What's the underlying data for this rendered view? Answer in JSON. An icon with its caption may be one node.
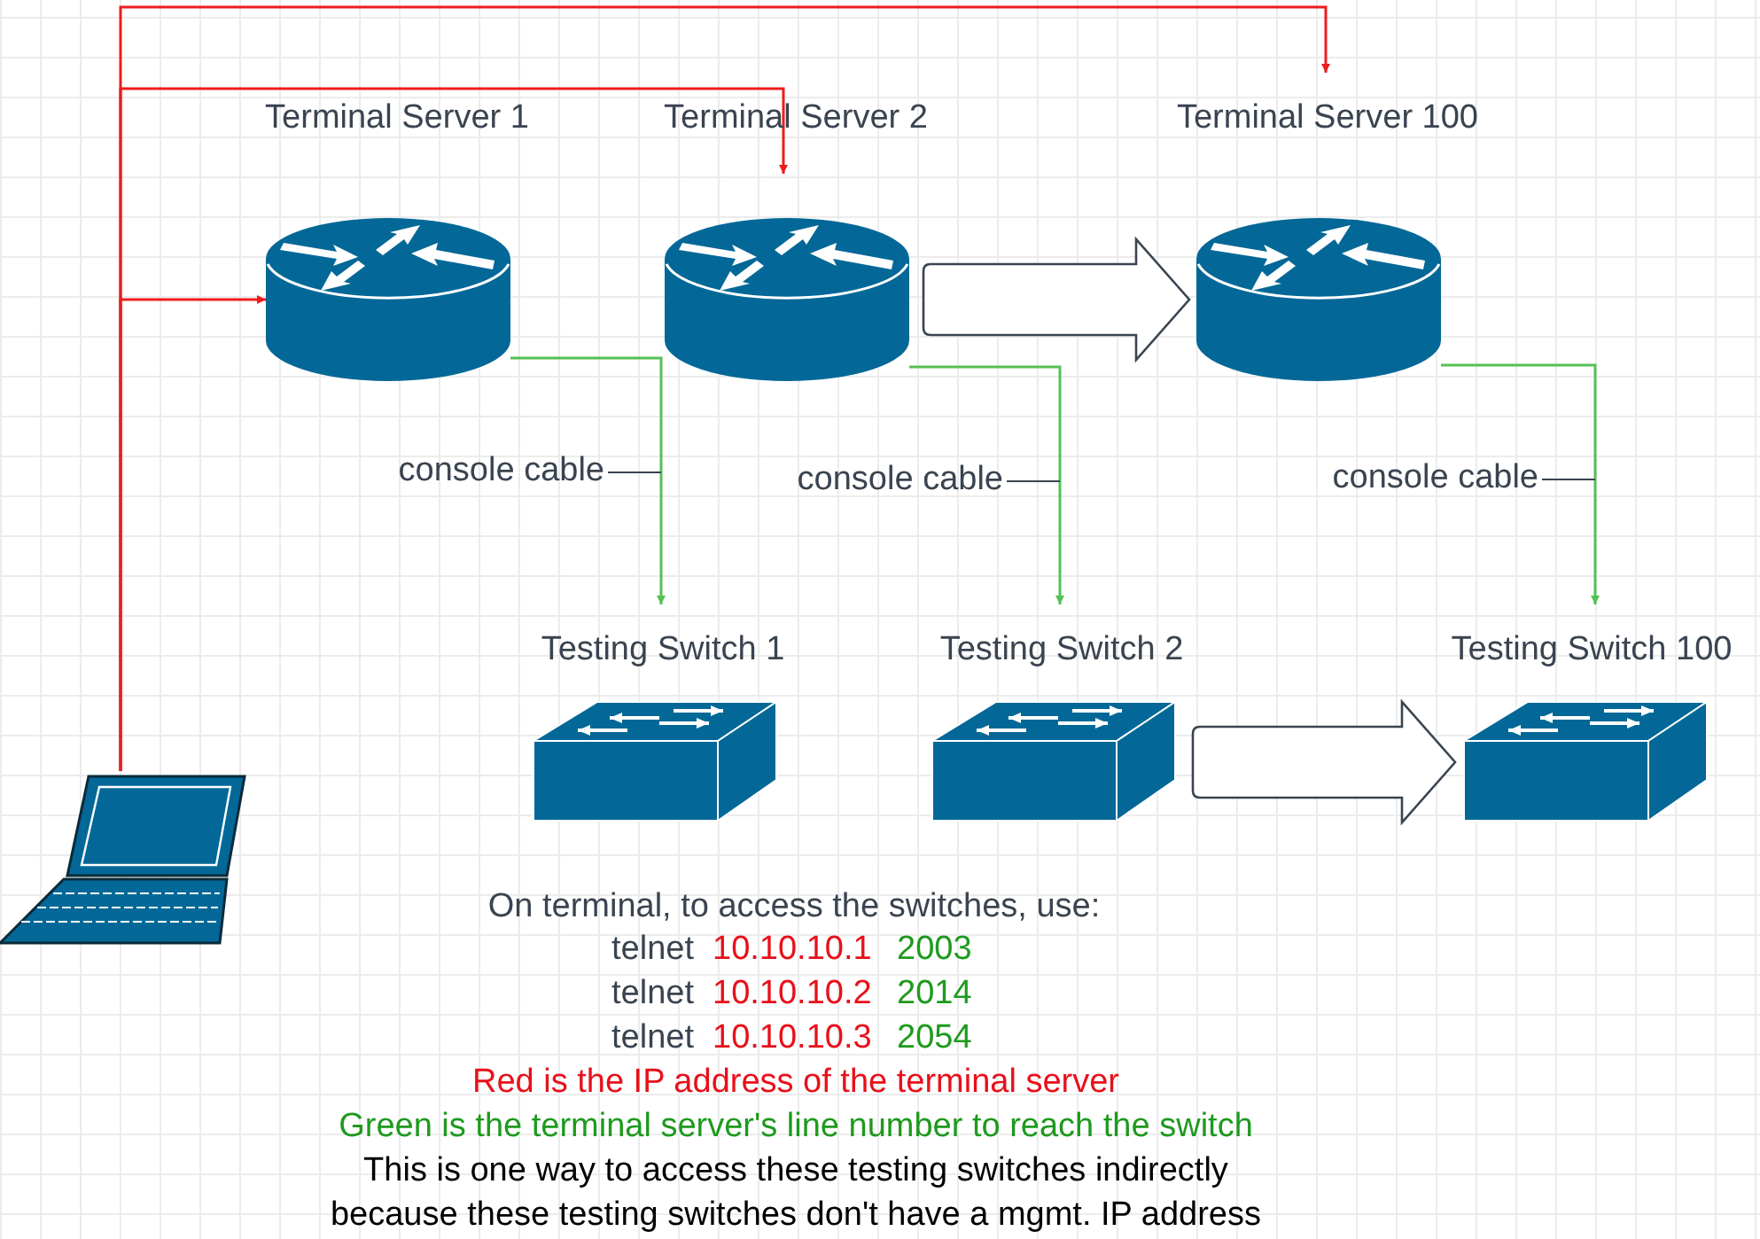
{
  "diagram": {
    "nodes": [
      {
        "text": [],
        "shape": "laptop"
      },
      {
        "text": [
          "Terminal Server 1"
        ]
      },
      {
        "text": [
          "Terminal Server 2"
        ]
      },
      {
        "text": [
          "Terminal Server 100"
        ]
      },
      {
        "text": [
          "Testing Switch 1"
        ]
      },
      {
        "text": [
          "Testing Switch 2"
        ]
      },
      {
        "text": [
          "Testing Switch 100"
        ]
      }
    ],
    "edges": [
      {
        "from": 0,
        "to": 1,
        "arrow": "to",
        "color": "#ee1c1c"
      },
      {
        "from": 0,
        "to": 2,
        "arrow": "to",
        "color": "#ee1c1c"
      },
      {
        "from": 0,
        "to": 3,
        "arrow": "to",
        "color": "#ee1c1c"
      },
      {
        "from": 1,
        "to": 4,
        "arrow": "to",
        "label": "console cable",
        "color": "#55c155"
      },
      {
        "from": 2,
        "to": 5,
        "arrow": "to",
        "label": "console cable",
        "color": "#55c155"
      },
      {
        "from": 3,
        "to": 6,
        "arrow": "to",
        "label": "console cable",
        "color": "#55c155"
      },
      {
        "from": 2,
        "to": 3,
        "arrow": "to",
        "style": "thick"
      },
      {
        "from": 5,
        "to": 6,
        "arrow": "to",
        "style": "thick"
      }
    ],
    "labels": [
      "On terminal, to access the switches, use:",
      "telnet",
      "10.10.10.1",
      "2003",
      "telnet",
      "10.10.10.2",
      "2014",
      "telnet",
      "10.10.10.3",
      "2054",
      "Red is the IP address of the terminal server",
      "Green is the terminal server's line number to reach the switch",
      "This is one way to access these testing switches indirectly",
      "because these testing switches don't have a mgmt. IP address"
    ]
  }
}
